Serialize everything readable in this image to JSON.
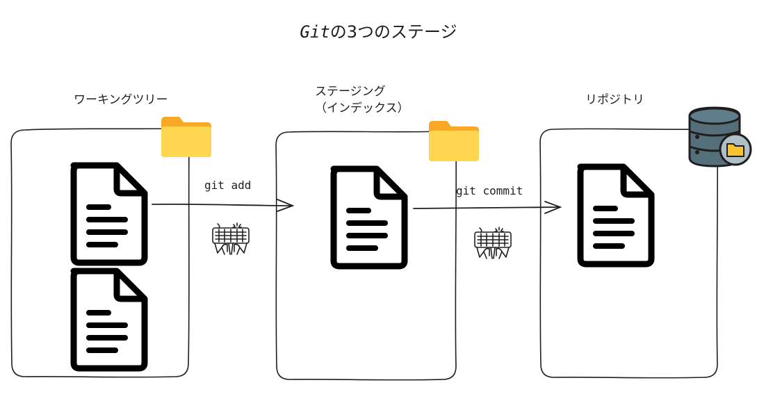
{
  "title": {
    "prefix": "Git",
    "suffix": "の3つのステージ"
  },
  "stages": [
    {
      "label": "ワーキングツリー"
    },
    {
      "label_line1": "ステージング",
      "label_line2": "（インデックス）"
    },
    {
      "label": "リポジトリ"
    }
  ],
  "commands": [
    {
      "text": "git add"
    },
    {
      "text": "git commit"
    }
  ],
  "icons": {
    "folder": "folder-icon",
    "document": "document-icon",
    "keyboard": "keyboard-typing-icon",
    "database": "database-icon"
  },
  "colors": {
    "stroke": "#1e1e1e",
    "folder_body": "#ffd54f",
    "folder_tab": "#f9a825",
    "db_body": "#546e7a",
    "db_badge": "#b0bec5",
    "db_badge_folder": "#f9c22e"
  }
}
